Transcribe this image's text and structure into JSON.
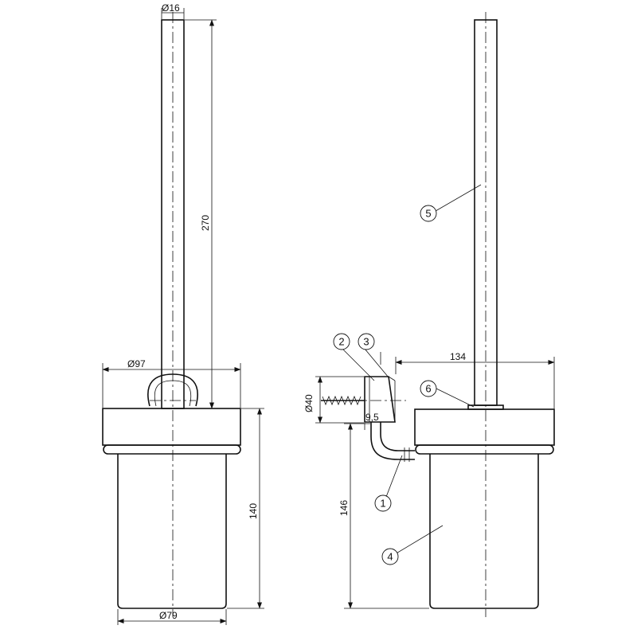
{
  "dimensions": {
    "rod_diameter": "Ø16",
    "rod_length": "270",
    "holder_diameter": "Ø97",
    "height_140": "140",
    "glass_diameter": "Ø79",
    "depth_134": "134",
    "plate_diameter": "Ø40",
    "offset_9_5": "9,5",
    "height_146": "146"
  },
  "callouts": [
    "1",
    "2",
    "3",
    "4",
    "5",
    "6"
  ]
}
